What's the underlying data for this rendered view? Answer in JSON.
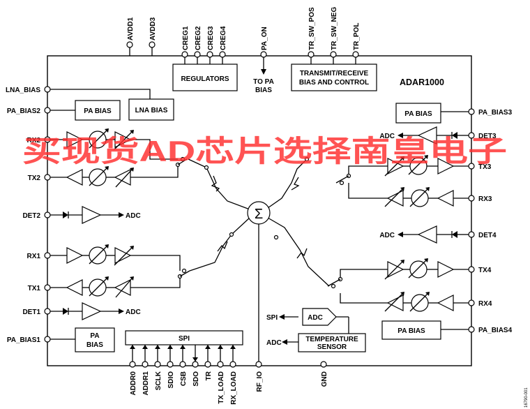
{
  "chip": {
    "name": "ADAR1000"
  },
  "top_pins": [
    "AVDD1",
    "AVDD3",
    "CREG1",
    "CREG2",
    "CREG3",
    "CREG4",
    "PA_ON",
    "TR_SW_POS",
    "TR_SW_NEG",
    "TR_POL"
  ],
  "left_pins": [
    "LNA_BIAS",
    "PA_BIAS2",
    "RX2",
    "TX2",
    "DET2",
    "RX1",
    "TX1",
    "DET1",
    "PA_BIAS1"
  ],
  "right_pins": [
    "PA_BIAS3",
    "DET3",
    "TX3",
    "RX3",
    "DET4",
    "TX4",
    "RX4",
    "PA_BIAS4"
  ],
  "bottom_pins": [
    "ADDR0",
    "ADDR1",
    "SCLK",
    "SDIO",
    "CSB",
    "SDO",
    "TR",
    "TX_LOAD",
    "RX_LOAD",
    "RF_IO",
    "GND"
  ],
  "blocks": {
    "regulators": "REGULATORS",
    "trx_line1": "TRANSMIT/RECEIVE",
    "trx_line2": "BIAS AND CONTROL",
    "to_pa_line1": "TO PA",
    "to_pa_line2": "BIAS",
    "pa_bias": "PA BIAS",
    "lna_bias": "LNA BIAS",
    "pa_bias_left_l1": "PA",
    "pa_bias_left_l2": "BIAS",
    "spi": "SPI",
    "adc": "ADC",
    "temp_line1": "TEMPERATURE",
    "temp_line2": "SENSOR",
    "sigma": "Σ"
  },
  "labels": {
    "adc": "ADC",
    "spi": "SPI"
  },
  "figure_number": "16790-001",
  "watermark": "买现货AD芯片选择南皇电子",
  "colors": {
    "line": "#000000",
    "watermark": "#ff2d2d"
  }
}
